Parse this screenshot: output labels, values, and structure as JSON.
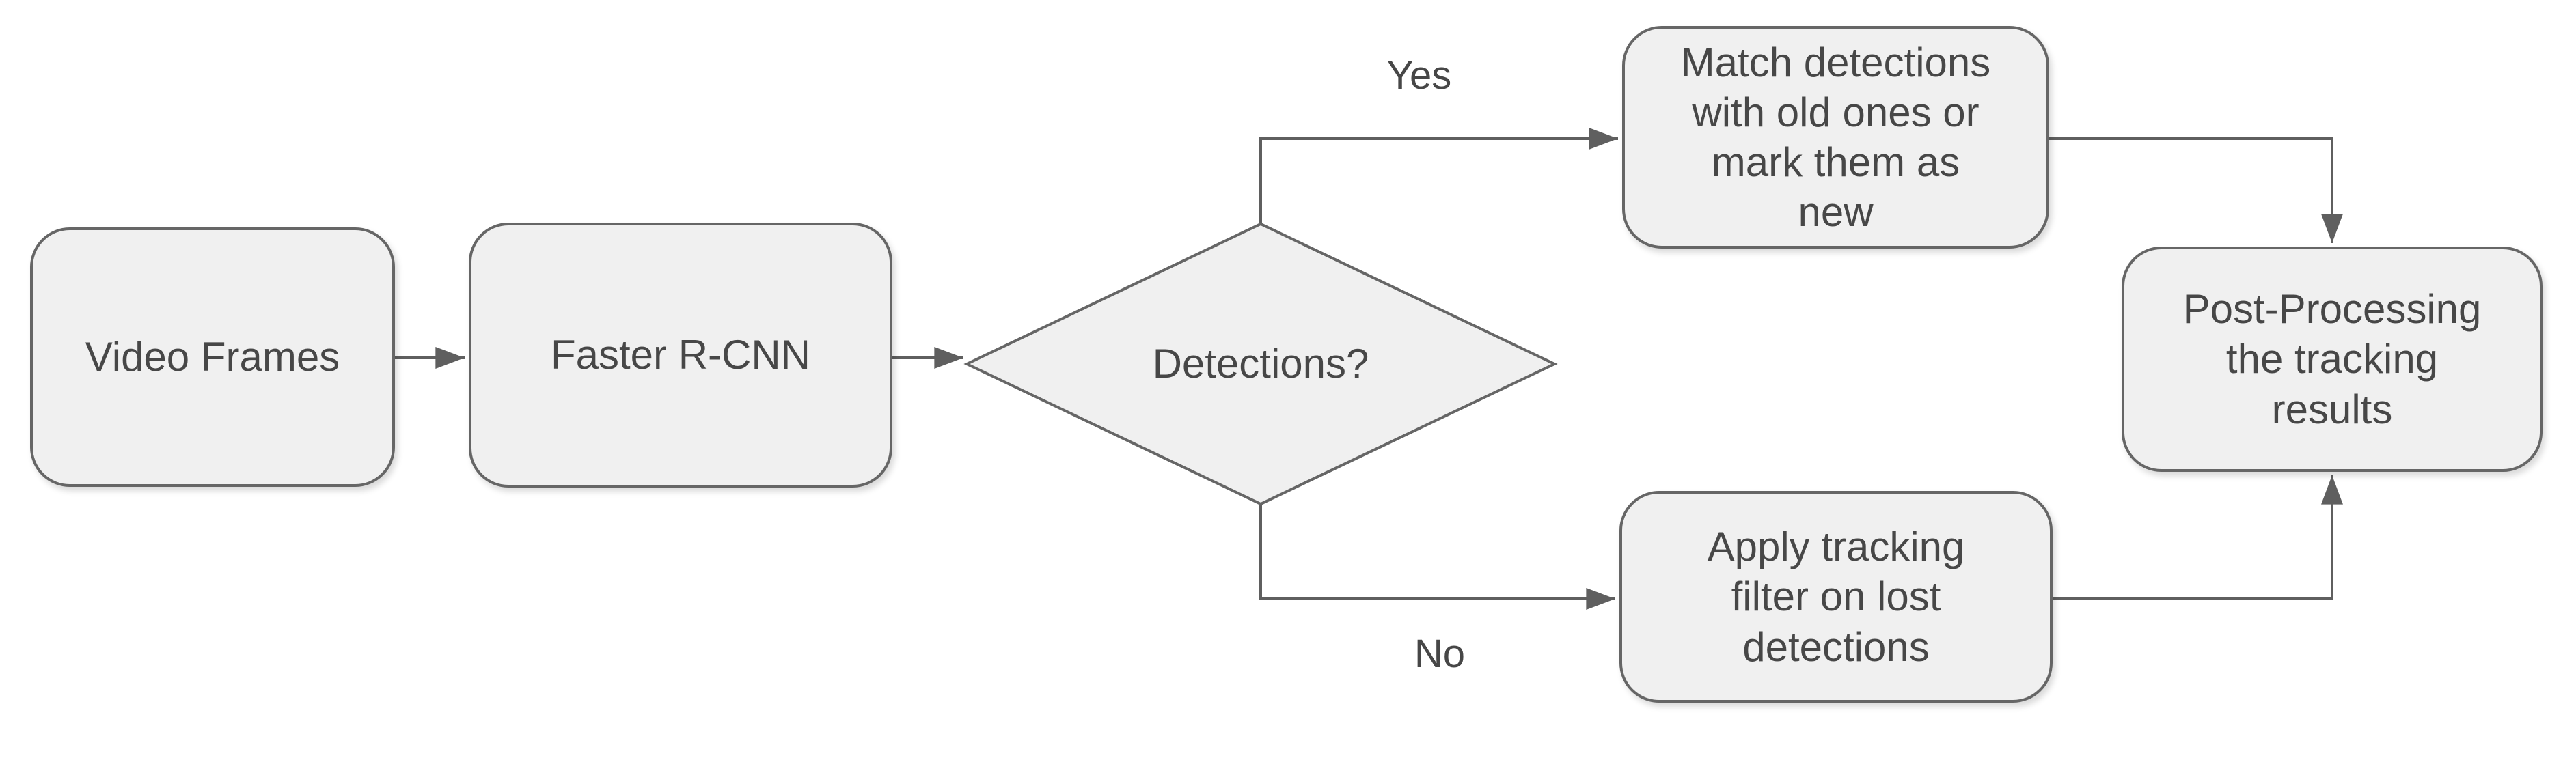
{
  "diagram": {
    "type": "flowchart",
    "nodes": {
      "video_frames": {
        "label": "Video Frames",
        "shape": "rounded-rectangle"
      },
      "faster_rcnn": {
        "label": "Faster R-CNN",
        "shape": "rounded-rectangle"
      },
      "detections": {
        "label": "Detections?",
        "shape": "diamond"
      },
      "match_detections": {
        "label": "Match detections\nwith old ones or\nmark them as\nnew",
        "shape": "rounded-rectangle"
      },
      "apply_tracking": {
        "label": "Apply tracking\nfilter on lost\ndetections",
        "shape": "rounded-rectangle"
      },
      "post_processing": {
        "label": "Post-Processing\nthe tracking\nresults",
        "shape": "rounded-rectangle"
      }
    },
    "edges": [
      {
        "from": "video_frames",
        "to": "faster_rcnn",
        "label": ""
      },
      {
        "from": "faster_rcnn",
        "to": "detections",
        "label": ""
      },
      {
        "from": "detections",
        "to": "match_detections",
        "label": "Yes"
      },
      {
        "from": "detections",
        "to": "apply_tracking",
        "label": "No"
      },
      {
        "from": "match_detections",
        "to": "post_processing",
        "label": ""
      },
      {
        "from": "apply_tracking",
        "to": "post_processing",
        "label": ""
      }
    ],
    "colors": {
      "node_fill": "#f0f0f0",
      "node_border": "#666666",
      "connector": "#5f5f5f",
      "text": "#474747",
      "background": "#ffffff"
    }
  }
}
